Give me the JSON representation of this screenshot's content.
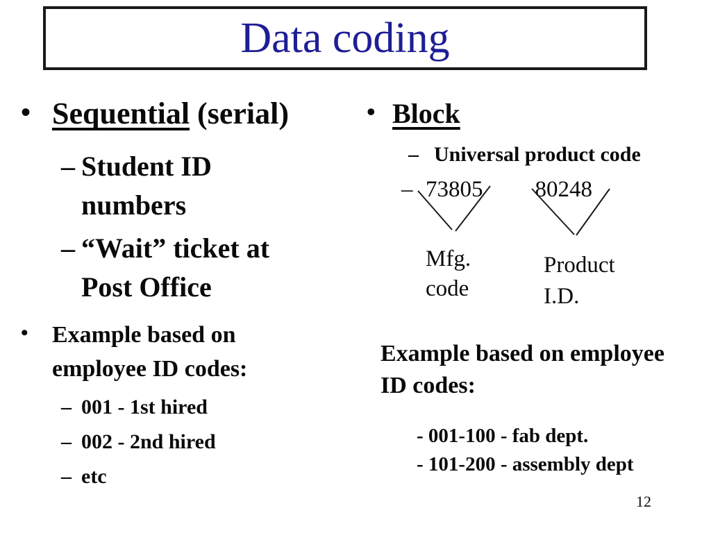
{
  "title": {
    "text": "Data coding",
    "color": "#1e1e96"
  },
  "markers": {
    "bullet": "•",
    "dash": "–"
  },
  "left": {
    "bullet1": {
      "underlined": "Sequential",
      "rest": " (serial)"
    },
    "sub1": "Student ID numbers",
    "sub2": "“Wait” ticket at Post Office",
    "bullet2": "Example based on employee ID codes:",
    "sub3": "001 - 1st hired",
    "sub4": "002 - 2nd hired",
    "sub5": "etc"
  },
  "right": {
    "bullet1": "Block",
    "sub1": "Universal product code",
    "code1": "73805",
    "code2": "80248",
    "mfg_label": [
      "Mfg.",
      "code"
    ],
    "product_label": [
      "Product",
      "I.D."
    ],
    "example": "Example based on employee ID codes:",
    "dept1": "- 001-100 - fab dept.",
    "dept2": "- 101-200 - assembly dept"
  },
  "footer": {
    "page_number": "12"
  },
  "diagram": {
    "line_color": "#1a1a1a"
  }
}
